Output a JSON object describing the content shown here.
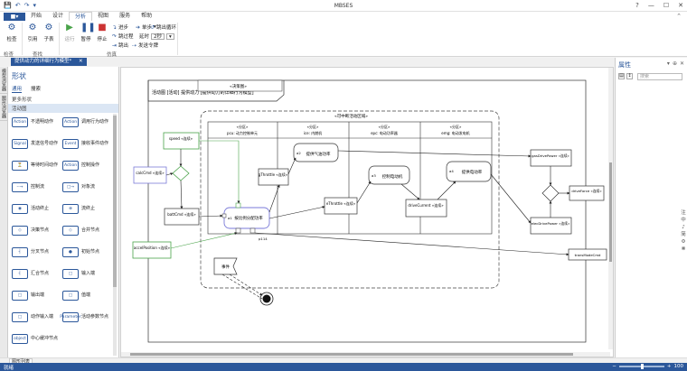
{
  "app": {
    "title": "MBSES",
    "quick_access": [
      "💾",
      "↶",
      "↷",
      "▾"
    ],
    "window_controls": [
      "?",
      "—",
      "☐",
      "✕"
    ]
  },
  "menu": {
    "file_label": "",
    "tabs": [
      "开始",
      "设计",
      "分析",
      "视图",
      "服务",
      "帮助"
    ],
    "active_tab": "分析"
  },
  "ribbon": {
    "check": "检查",
    "reference": "引用",
    "subtable": "子表",
    "run": "运行",
    "pause": "暂停",
    "stop": "停止",
    "step_in": "进步",
    "step_over": "单步",
    "jump_out": "跳出循环",
    "step_over2": "跳过程",
    "delay_label": "延时",
    "delay_value": "2秒",
    "jump": "跳出",
    "send_signal": "发送令牌",
    "group_check": "检查",
    "group_find": "查找",
    "group_sim": "仿真"
  },
  "doc_tab": {
    "label": "提供动力的详细行为模型*",
    "close": "✕"
  },
  "side_strip": [
    "模型浏览器",
    "图形浏览器"
  ],
  "shapes_panel": {
    "title": "形状",
    "tabs": [
      "通用",
      "搜索"
    ],
    "categories": [
      "更多形状",
      "活动图"
    ],
    "items": [
      {
        "icon": "Action",
        "label": "不透明动作"
      },
      {
        "icon": "Action",
        "label": "调用行为动作"
      },
      {
        "icon": "Signal",
        "label": "发送信号动作"
      },
      {
        "icon": "Event",
        "label": "接收事件动作"
      },
      {
        "icon": "⏳",
        "label": "等待时间动作"
      },
      {
        "icon": "Action",
        "label": "控制操作"
      },
      {
        "icon": "--→",
        "label": "控制流"
      },
      {
        "icon": "□→",
        "label": "对象流"
      },
      {
        "icon": "◉",
        "label": "活动终止"
      },
      {
        "icon": "⊗",
        "label": "流终止"
      },
      {
        "icon": "◇",
        "label": "决策节点"
      },
      {
        "icon": "◇",
        "label": "合并节点"
      },
      {
        "icon": "┤",
        "label": "分叉节点"
      },
      {
        "icon": "●",
        "label": "初始节点"
      },
      {
        "icon": "┤",
        "label": "汇合节点"
      },
      {
        "icon": "□",
        "label": "输入端"
      },
      {
        "icon": "□",
        "label": "输出端"
      },
      {
        "icon": "□",
        "label": "值端"
      },
      {
        "icon": "□",
        "label": "动作输入端"
      },
      {
        "icon": "Parameter",
        "label": "活动参数节点"
      },
      {
        "icon": "object",
        "label": "中心缓冲节点"
      }
    ]
  },
  "diagram": {
    "frame_header": "活动图 [活动] 提供动力 [提供动力的详细行为模型]",
    "note_top": "«决策图»",
    "region_label": "«可中断活动区域»",
    "partitions": [
      {
        "stereo": "«分区»",
        "name": "pcu: 动力控制单元"
      },
      {
        "stereo": "«分区»",
        "name": "ice: 内燃机"
      },
      {
        "stereo": "«分区»",
        "name": "epc: 电动功率器"
      },
      {
        "stereo": "«分区»",
        "name": "emg: 电动发电机"
      }
    ],
    "nodes": {
      "speed": "speed «连续»",
      "calcCmd": "calcCmd «连续»",
      "battCmd": "battCmd «连续»",
      "accelPosition": "accelPosition «连续»",
      "proportion_label": "按比例分配功率",
      "pin_label": "a1",
      "p114": "p114",
      "gThrottle": "gThrottle «连续»",
      "ice_action": "提供气油功率",
      "ice_pin": "a2",
      "eThrottle": "eThrottle «连续»",
      "epc_action": "控制电动机",
      "epc_pin": "a3",
      "driveCurrent": "driveCurrent «连续»",
      "emg_action": "提供电动率",
      "emg_pin": "a4",
      "gasDrivePower": "gasDrivePower «连续»",
      "driveForce": "driveForce «连续»",
      "elecDrivePower": "elecDrivePower «连续»",
      "transModeCmd": "transModeCmd",
      "event_label": "事件"
    }
  },
  "properties_panel": {
    "title": "属性",
    "search_placeholder": "搜索",
    "side_chars": [
      "注",
      "中",
      "♪",
      "简",
      "⚙",
      "❋"
    ]
  },
  "status": {
    "tab_label": "图形列表",
    "left_text": "就绪",
    "zoom": "100"
  },
  "colors": {
    "accent": "#2b579a",
    "green_stroke": "#4aa34a",
    "selection": "#7a7ad8"
  }
}
